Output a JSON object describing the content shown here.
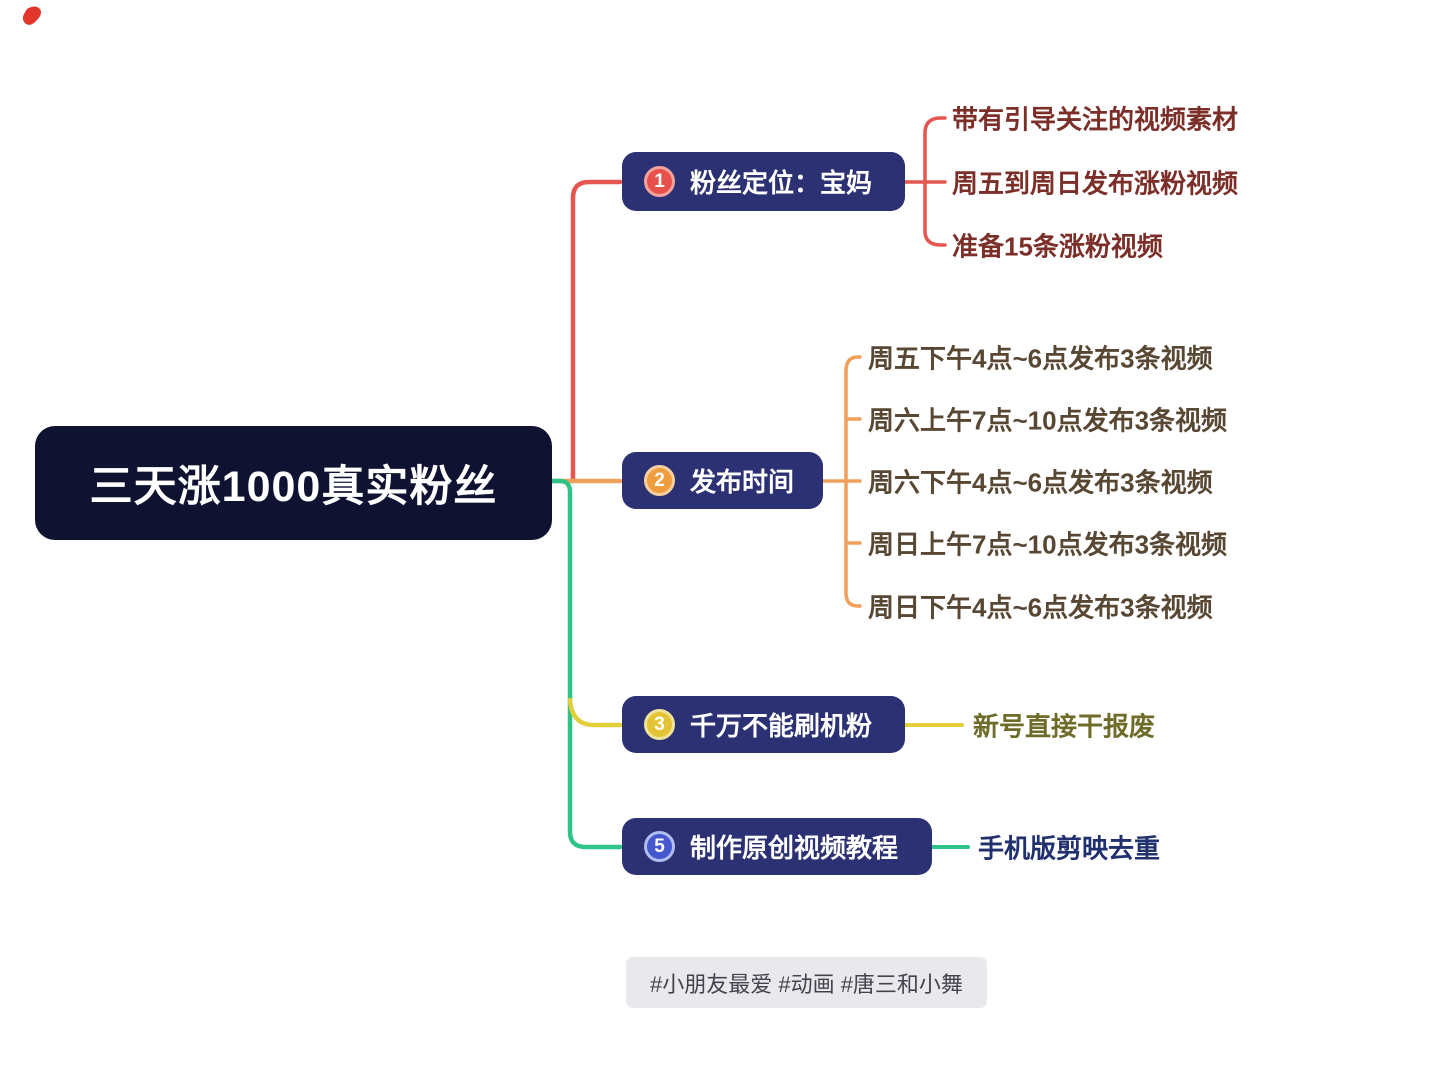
{
  "root": {
    "title": "三天涨1000真实粉丝",
    "bg_color": "#0f1331"
  },
  "node_bg_color": "#2b3173",
  "branches": [
    {
      "number": "1",
      "label": "粉丝定位：宝妈",
      "line_color": "#e4564f",
      "circle_color": "#e8504b",
      "circle_ring_color": "#f4a29d",
      "leaf_text_color": "#7b2f28",
      "children": [
        "带有引导关注的视频素材",
        "周五到周日发布涨粉视频",
        "准备15条涨粉视频"
      ]
    },
    {
      "number": "2",
      "label": "发布时间",
      "line_color": "#efa05a",
      "circle_color": "#f09d3d",
      "circle_ring_color": "#f8d0a0",
      "leaf_text_color": "#584733",
      "children": [
        "周五下午4点~6点发布3条视频",
        "周六上午7点~10点发布3条视频",
        "周六下午4点~6点发布3条视频",
        "周日上午7点~10点发布3条视频",
        "周日下午4点~6点发布3条视频"
      ]
    },
    {
      "number": "3",
      "label": "千万不能刷机粉",
      "line_color": "#e3cf3a",
      "circle_color": "#e4c436",
      "circle_ring_color": "#f0e39c",
      "leaf_text_color": "#6e6c28",
      "children": [
        "新号直接干报废"
      ]
    },
    {
      "number": "5",
      "label": "制作原创视频教程",
      "line_color": "#2ec488",
      "circle_color": "#4558cd",
      "circle_ring_color": "#b0bcf2",
      "leaf_text_color": "#21306e",
      "children": [
        "手机版剪映去重"
      ]
    }
  ],
  "footer": {
    "tag": "#小朋友最爱 #动画 #唐三和小舞"
  },
  "annotation": {
    "mark_color": "#e02b20"
  }
}
